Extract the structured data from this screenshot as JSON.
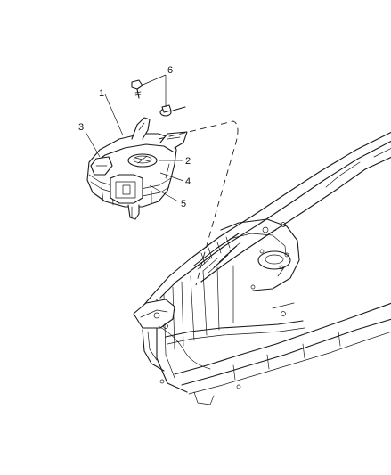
{
  "callouts": [
    {
      "id": "1",
      "label": "1"
    },
    {
      "id": "2",
      "label": "2"
    },
    {
      "id": "3",
      "label": "3"
    },
    {
      "id": "4",
      "label": "4"
    },
    {
      "id": "5",
      "label": "5"
    },
    {
      "id": "6",
      "label": "6"
    }
  ],
  "parts": [
    "washer-reservoir",
    "reservoir-cap",
    "bracket",
    "pump",
    "fill-neck",
    "bolt"
  ]
}
